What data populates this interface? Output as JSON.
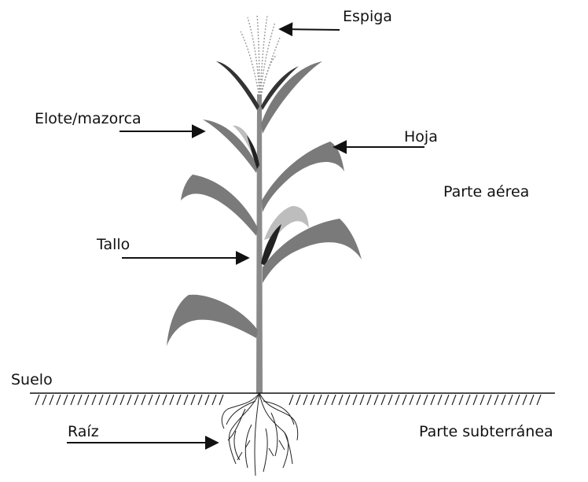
{
  "labels": {
    "espiga": "Espiga",
    "elote": "Elote/mazorca",
    "hoja": "Hoja",
    "parte_aerea": "Parte aérea",
    "tallo": "Tallo",
    "suelo": "Suelo",
    "raiz": "Raíz",
    "parte_subterranea": "Parte subterránea"
  },
  "colors": {
    "ink": "#111111",
    "leaf": "#7a7a7a",
    "stem": "#8a8a8a",
    "ear": "#222222",
    "husk": "#bdbdbd"
  }
}
